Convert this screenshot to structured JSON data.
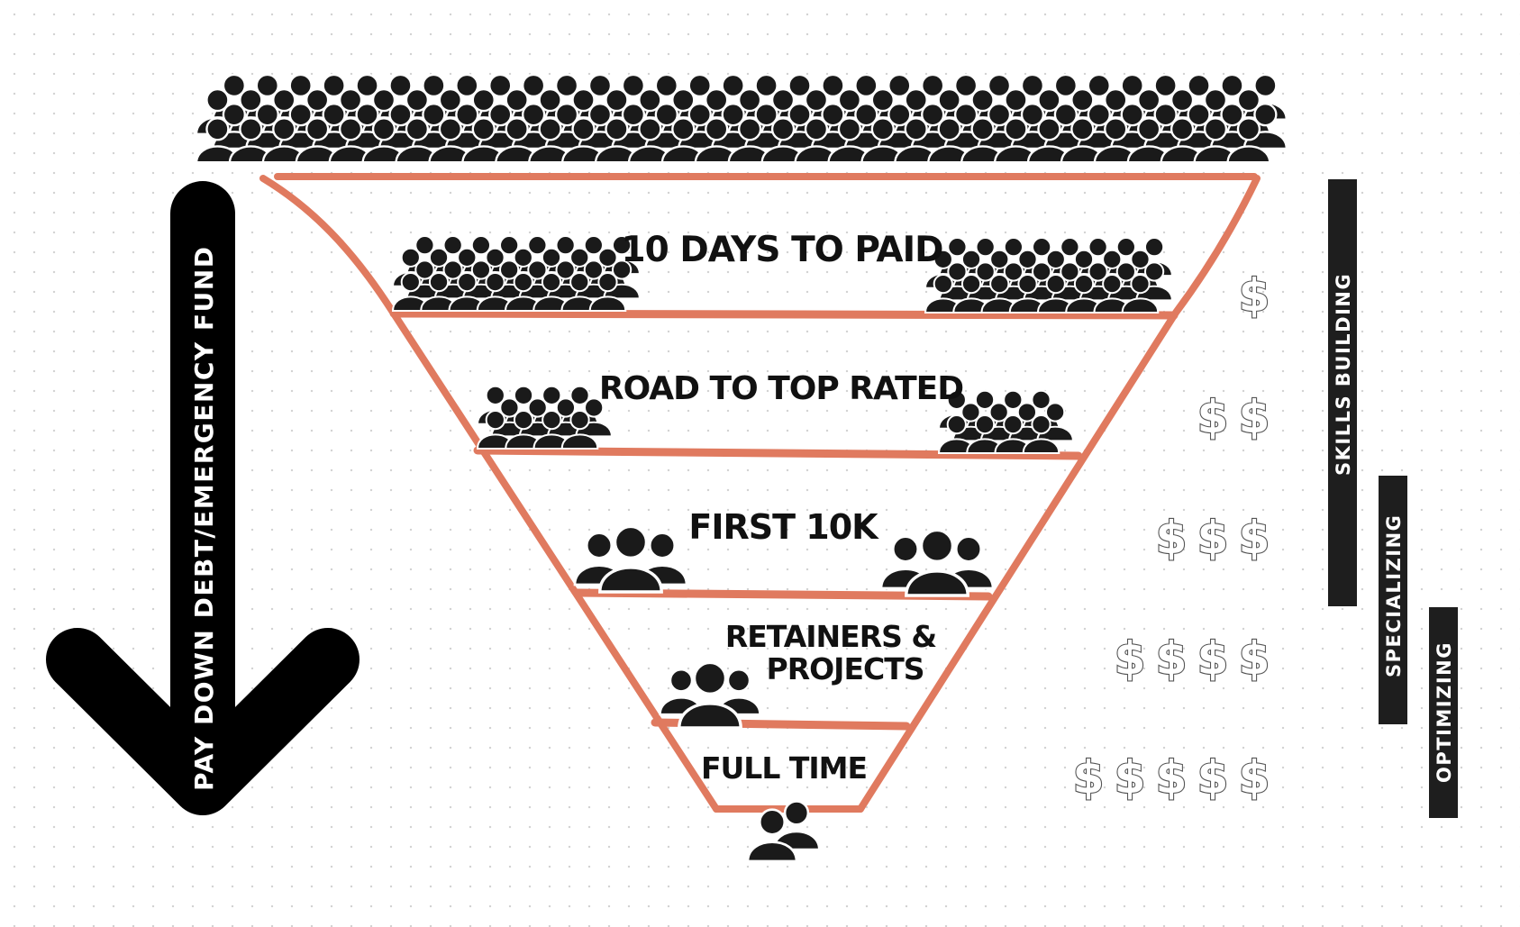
{
  "funnel": {
    "outline_color": "#E07A5F",
    "people_color": "#1a1a1a",
    "tiers": [
      {
        "lines": [
          "10 DAYS TO PAID"
        ],
        "dollars": 1,
        "crowd": "large"
      },
      {
        "lines": [
          "ROAD TO TOP RATED"
        ],
        "dollars": 2,
        "crowd": "medium"
      },
      {
        "lines": [
          "FIRST 10K"
        ],
        "dollars": 3,
        "crowd": "small"
      },
      {
        "lines": [
          "RETAINERS &",
          "PROJECTS"
        ],
        "dollars": 4,
        "crowd": "single"
      },
      {
        "lines": [
          "FULL TIME"
        ],
        "dollars": 5,
        "crowd": "pair"
      }
    ]
  },
  "dollar_symbol": "$",
  "left_arrow": {
    "label": "PAY DOWN DEBT/EMERGENCY FUND",
    "color": "#000000"
  },
  "phase_bars": [
    {
      "label": "SKILLS BUILDING",
      "color": "#1e1e1e"
    },
    {
      "label": "SPECIALIZING",
      "color": "#1e1e1e"
    },
    {
      "label": "OPTIMIZING",
      "color": "#1e1e1e"
    }
  ]
}
